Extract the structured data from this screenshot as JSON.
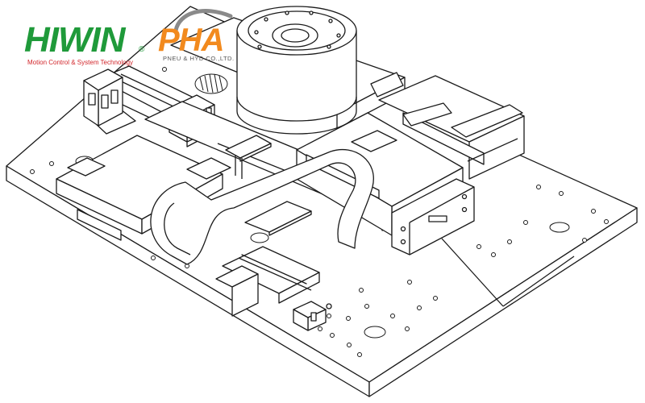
{
  "logos": {
    "hiwin": {
      "name": "HIWIN",
      "registered": "®",
      "tagline": "Motion Control & System Technology",
      "color": "#1f9a3a",
      "tagline_color": "#d2262b"
    },
    "pha": {
      "name": "PHA",
      "subtitle": "PNEU & HYD CO.,LTD.",
      "color": "#f28a1e",
      "subtitle_color": "#555555"
    }
  },
  "drawing": {
    "description_icon": "linear-stage-assembly-icon",
    "line_color": "#1a1a1a",
    "fill_color": "#ffffff"
  }
}
